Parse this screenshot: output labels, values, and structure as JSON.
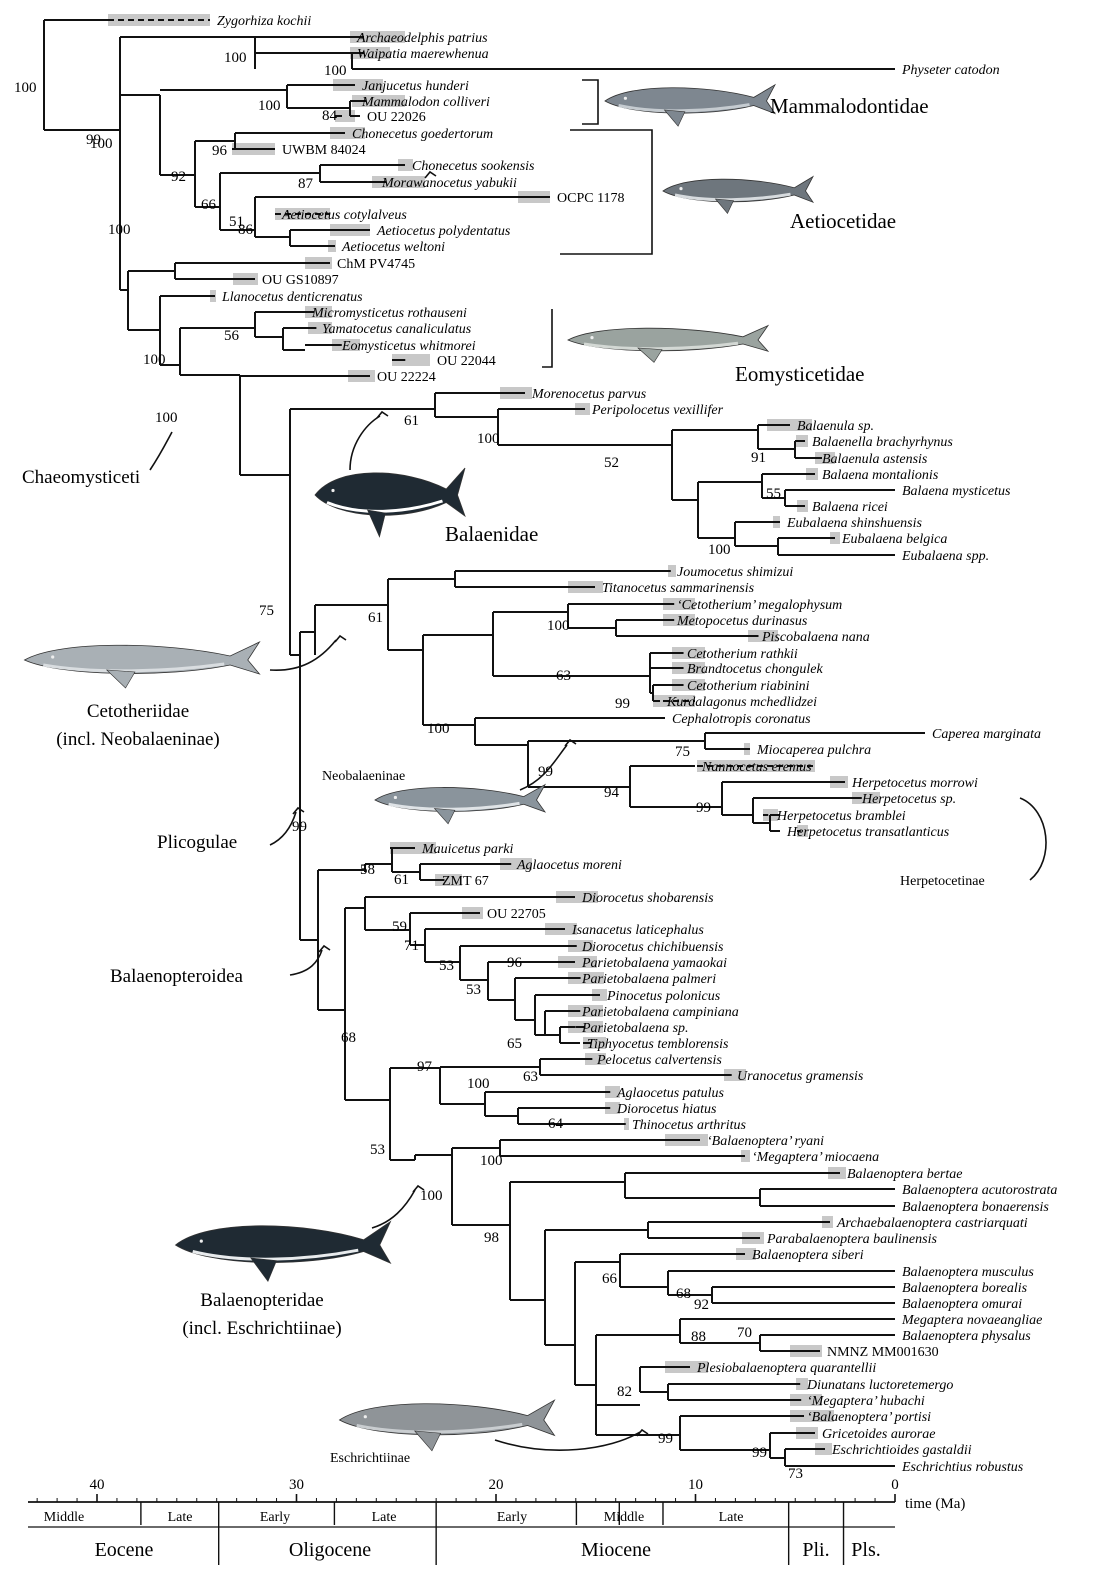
{
  "colors": {
    "branch": "#111111",
    "range_bar": "#c8c8c8",
    "whale_dark": "#1f2a33",
    "whale_grey": "#8a949c",
    "whale_light": "#c7ced3"
  },
  "taxa": [
    "Zygorhiza kochii",
    "Archaeodelphis patrius",
    "Waipatia maerewhenua",
    "Physeter catodon",
    "Janjucetus hunderi",
    "Mammalodon colliveri",
    "OU 22026",
    "Chonecetus goedertorum",
    "UWBM 84024",
    "Chonecetus sookensis",
    "Morawanocetus yabukii",
    "OCPC 1178",
    "Aetiocetus cotylalveus",
    "Aetiocetus polydentatus",
    "Aetiocetus weltoni",
    "ChM PV4745",
    "OU GS10897",
    "Llanocetus denticrenatus",
    "Micromysticetus rothauseni",
    "Yamatocetus canaliculatus",
    "Eomysticetus whitmorei",
    "OU 22044",
    "OU 22224",
    "Morenocetus parvus",
    "Peripolocetus vexillifer",
    "Balaenula sp.",
    "Balaenella brachyrhynus",
    "Balaenula astensis",
    "Balaena montalionis",
    "Balaena mysticetus",
    "Balaena ricei",
    "Eubalaena shinshuensis",
    "Eubalaena belgica",
    "Eubalaena spp.",
    "Joumocetus shimizui",
    "Titanocetus sammarinensis",
    "‘Cetotherium’ megalophysum",
    "Metopocetus durinasus",
    "Piscobalaena nana",
    "Cetotherium rathkii",
    "Brandtocetus chongulek",
    "Cetotherium riabinini",
    "Kurdalagonus mchedlidzei",
    "Cephalotropis coronatus",
    "Caperea marginata",
    "Miocaperea pulchra",
    "Nannocetus eremus",
    "Herpetocetus morrowi",
    "Herpetocetus sp.",
    "Herpetocetus bramblei",
    "Herpetocetus transatlanticus",
    "Mauicetus parki",
    "Aglaocetus moreni",
    "ZMT 67",
    "Diorocetus shobarensis",
    "OU 22705",
    "Isanacetus laticephalus",
    "Diorocetus chichibuensis",
    "Parietobalaena yamaokai",
    "Parietobalaena palmeri",
    "Pinocetus polonicus",
    "Parietobalaena campiniana",
    "Parietobalaena sp.",
    "Tiphyocetus temblorensis",
    "Pelocetus calvertensis",
    "Uranocetus gramensis",
    "Aglaocetus patulus",
    "Diorocetus hiatus",
    "Thinocetus arthritus",
    "‘Balaenoptera’ ryani",
    "‘Megaptera’ miocaena",
    "Balaenoptera bertae",
    "Balaenoptera acutorostrata",
    "Balaenoptera bonaerensis",
    "Archaebalaenoptera castriarquati",
    "Parabalaenoptera baulinensis",
    "Balaenoptera siberi",
    "Balaenoptera musculus",
    "Balaenoptera borealis",
    "Balaenoptera omurai",
    "Megaptera novaeangliae",
    "Balaenoptera physalus",
    "NMNZ MM001630",
    "Plesiobalaenoptera quarantellii",
    "Diunatans luctoretemergo",
    "‘Megaptera’ hubachi",
    "‘Balaenoptera’ portisi",
    "Gricetoides aurorae",
    "Eschrichtioides gastaldii",
    "Eschrichtius robustus"
  ],
  "support_values": [
    "100",
    "100",
    "100",
    "100",
    "100",
    "84",
    "99",
    "96",
    "92",
    "87",
    "66",
    "51",
    "86",
    "100",
    "56",
    "100",
    "100",
    "61",
    "100",
    "52",
    "91",
    "55",
    "100",
    "75",
    "61",
    "100",
    "63",
    "99",
    "100",
    "75",
    "99",
    "94",
    "99",
    "99",
    "58",
    "61",
    "59",
    "71",
    "53",
    "96",
    "53",
    "65",
    "68",
    "97",
    "63",
    "100",
    "64",
    "53",
    "100",
    "100",
    "98",
    "66",
    "68",
    "92",
    "88",
    "70",
    "82",
    "99",
    "99",
    "73"
  ],
  "families": {
    "mammalodontidae": "Mammalodontidae",
    "aetiocetidae": "Aetiocetidae",
    "eomysticetidae": "Eomysticetidae",
    "balaenidae": "Balaenidae"
  },
  "groups": {
    "chaeomysticeti": "Chaeomysticeti",
    "cetotheriidae_1": "Cetotheriidae",
    "cetotheriidae_2": "(incl. Neobalaeninae)",
    "neobalaeninae": "Neobalaeninae",
    "plicogulae": "Plicogulae",
    "herpetocetinae": "Herpetocetinae",
    "balaenopteroidea": "Balaenopteroidea",
    "balaenopteridae_1": "Balaenopteridae",
    "balaenopteridae_2": "(incl. Eschrichtiinae)",
    "eschrichtiinae": "Eschrichtiinae"
  },
  "timescale": {
    "axis_label": "time (Ma)",
    "ticks": [
      "40",
      "30",
      "20",
      "10",
      "0"
    ],
    "subepochs": [
      "Middle",
      "Late",
      "Early",
      "Late",
      "Early",
      "Middle",
      "Late"
    ],
    "epochs": [
      "Eocene",
      "Oligocene",
      "Miocene",
      "Pli.",
      "Pls."
    ]
  }
}
